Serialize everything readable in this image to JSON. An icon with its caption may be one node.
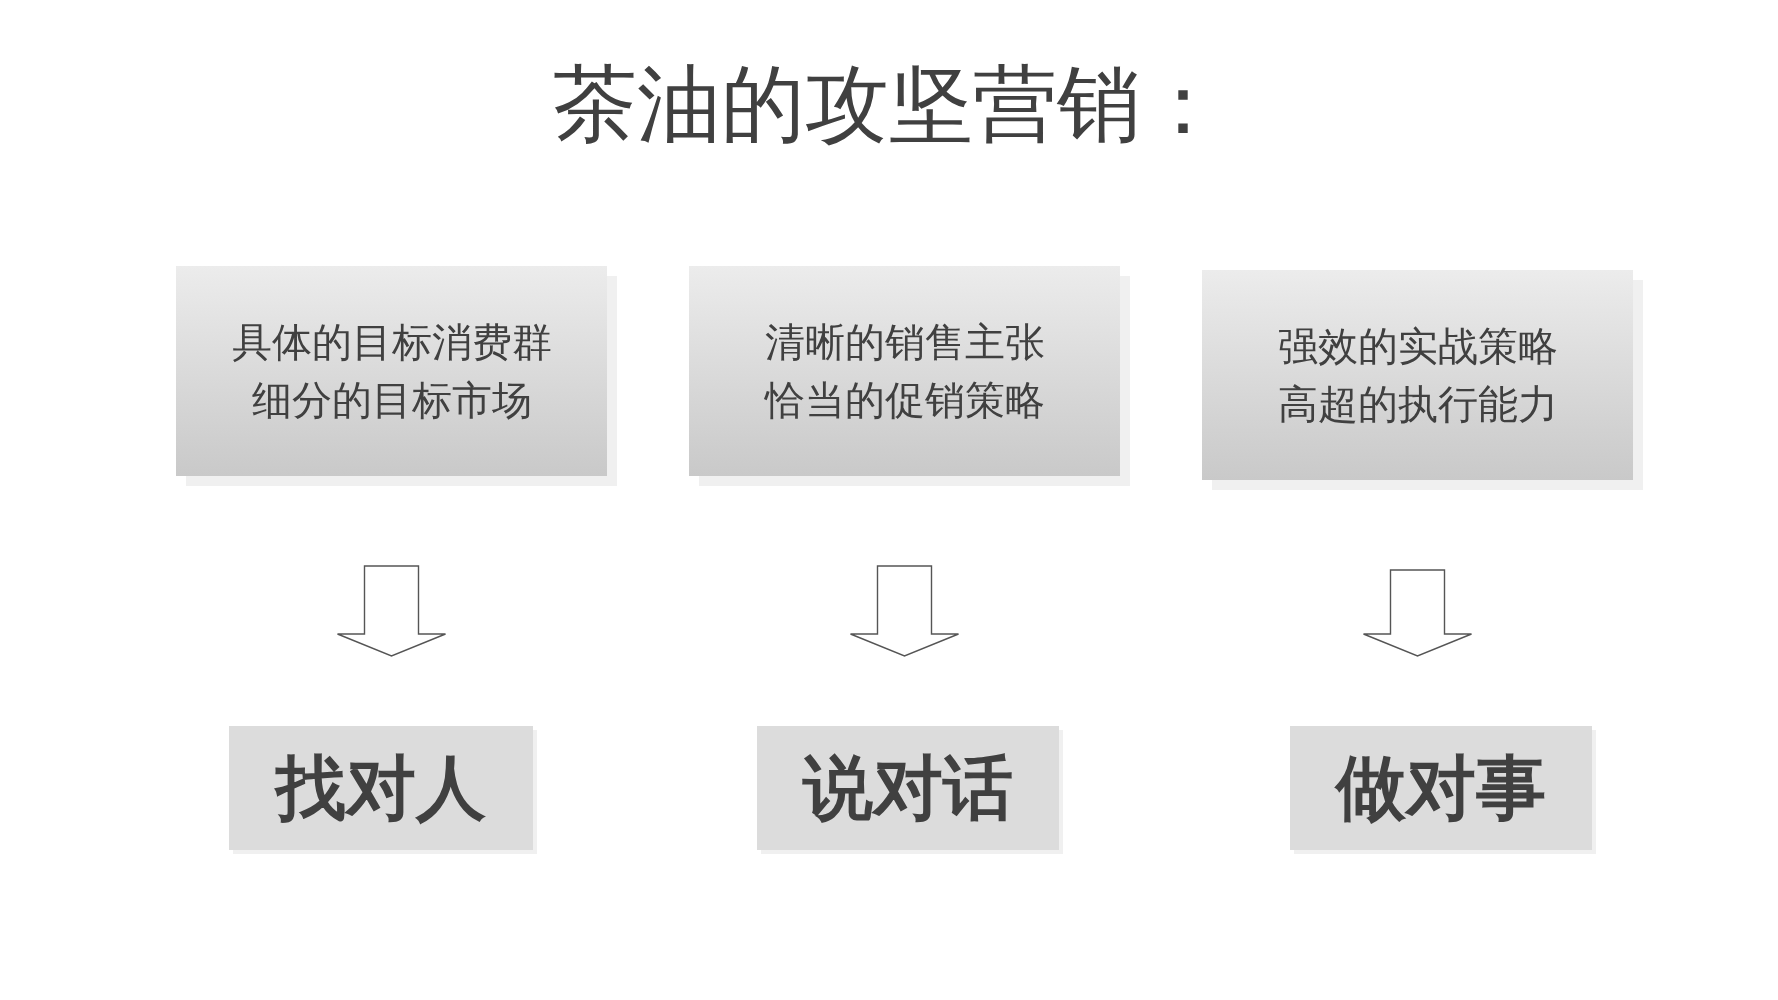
{
  "diagram": {
    "title": "茶油的攻坚营销：",
    "nodes": [
      {
        "text": [
          "具体的目标消费群",
          "细分的目标市场"
        ]
      },
      {
        "text": [
          "清晰的销售主张",
          "恰当的促销策略"
        ]
      },
      {
        "text": [
          "强效的实战策略",
          "高超的执行能力"
        ]
      },
      {
        "text": [
          "找对人"
        ]
      },
      {
        "text": [
          "说对话"
        ]
      },
      {
        "text": [
          "做对事"
        ]
      }
    ],
    "edges": [
      {
        "from": 0,
        "to": 3,
        "arrow": "to"
      },
      {
        "from": 1,
        "to": 4,
        "arrow": "to"
      },
      {
        "from": 2,
        "to": 5,
        "arrow": "to"
      }
    ]
  }
}
